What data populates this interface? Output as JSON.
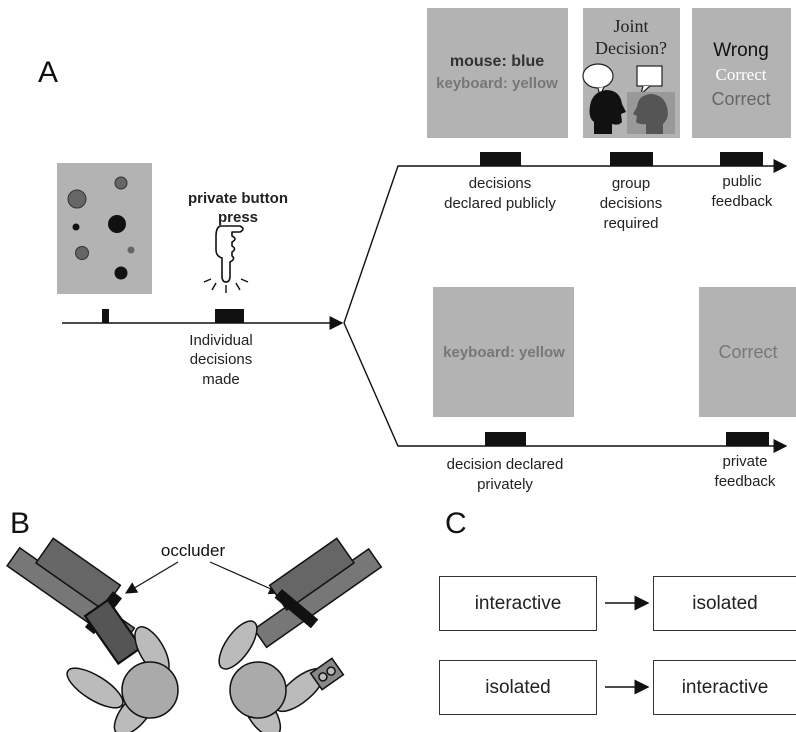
{
  "panels": {
    "a": "A",
    "b": "B",
    "c": "C"
  },
  "panel_a": {
    "private_button_press": [
      "private button",
      "press"
    ],
    "individual_decisions": [
      "Individual",
      "decisions",
      "made"
    ],
    "public_screen": {
      "mouse": "mouse: blue",
      "keyboard": "keyboard: yellow"
    },
    "joint_decision": [
      "Joint",
      "Decision?"
    ],
    "feedback_public": {
      "wrong": "Wrong",
      "correct_white": "Correct",
      "correct_gray": "Correct"
    },
    "decisions_declared_publicly": [
      "decisions",
      "declared publicly"
    ],
    "group_decisions_required": [
      "group",
      "decisions",
      "required"
    ],
    "public_feedback": [
      "public",
      "feedback"
    ],
    "private_screen": {
      "keyboard": "keyboard: yellow"
    },
    "private_feedback_screen": {
      "correct": "Correct"
    },
    "decision_declared_privately": [
      "decision declared",
      "privately"
    ],
    "private_feedback": [
      "private",
      "feedback"
    ]
  },
  "panel_b": {
    "occluder": "occluder"
  },
  "panel_c": {
    "row1": {
      "left": "interactive",
      "right": "isolated"
    },
    "row2": {
      "left": "isolated",
      "right": "interactive"
    }
  },
  "colors": {
    "screen_gray": "#b3b3b3",
    "dark_gray": "#666666",
    "mid_gray": "#999999"
  }
}
